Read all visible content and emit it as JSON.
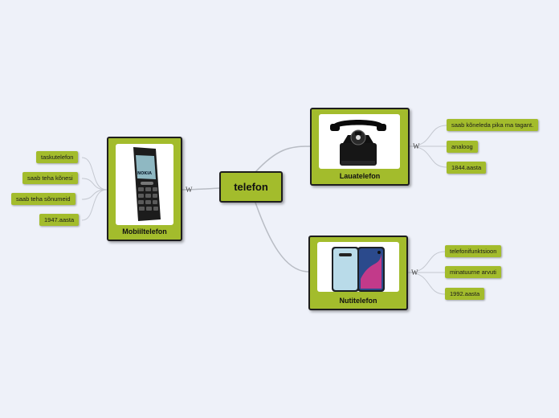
{
  "central": {
    "label": "telefon"
  },
  "main_topics": [
    {
      "label": "Lauatelefon",
      "image": "rotary-desk-phone",
      "leaves": [
        "saab kõneleda pika ma tagant.",
        "analoog",
        "1844.aasta"
      ]
    },
    {
      "label": "Nutitelefon",
      "image": "smartphones",
      "leaves": [
        "telefonifunktsioon",
        "minatuurne arvuti",
        "1992.aasta"
      ]
    },
    {
      "label": "Mobiiltelefon",
      "image": "nokia-feature-phone",
      "phone_brand": "NOKIA",
      "leaves": [
        "taskutelefon",
        "saab teha kõnesi",
        "saab teha sõnumeid",
        "1947.aasta"
      ]
    }
  ],
  "wiki_icon": "W",
  "colors": {
    "node": "#a3bc2c",
    "border": "#1e1e1e",
    "background": "#eef1f9",
    "link": "#b8bcc4"
  }
}
